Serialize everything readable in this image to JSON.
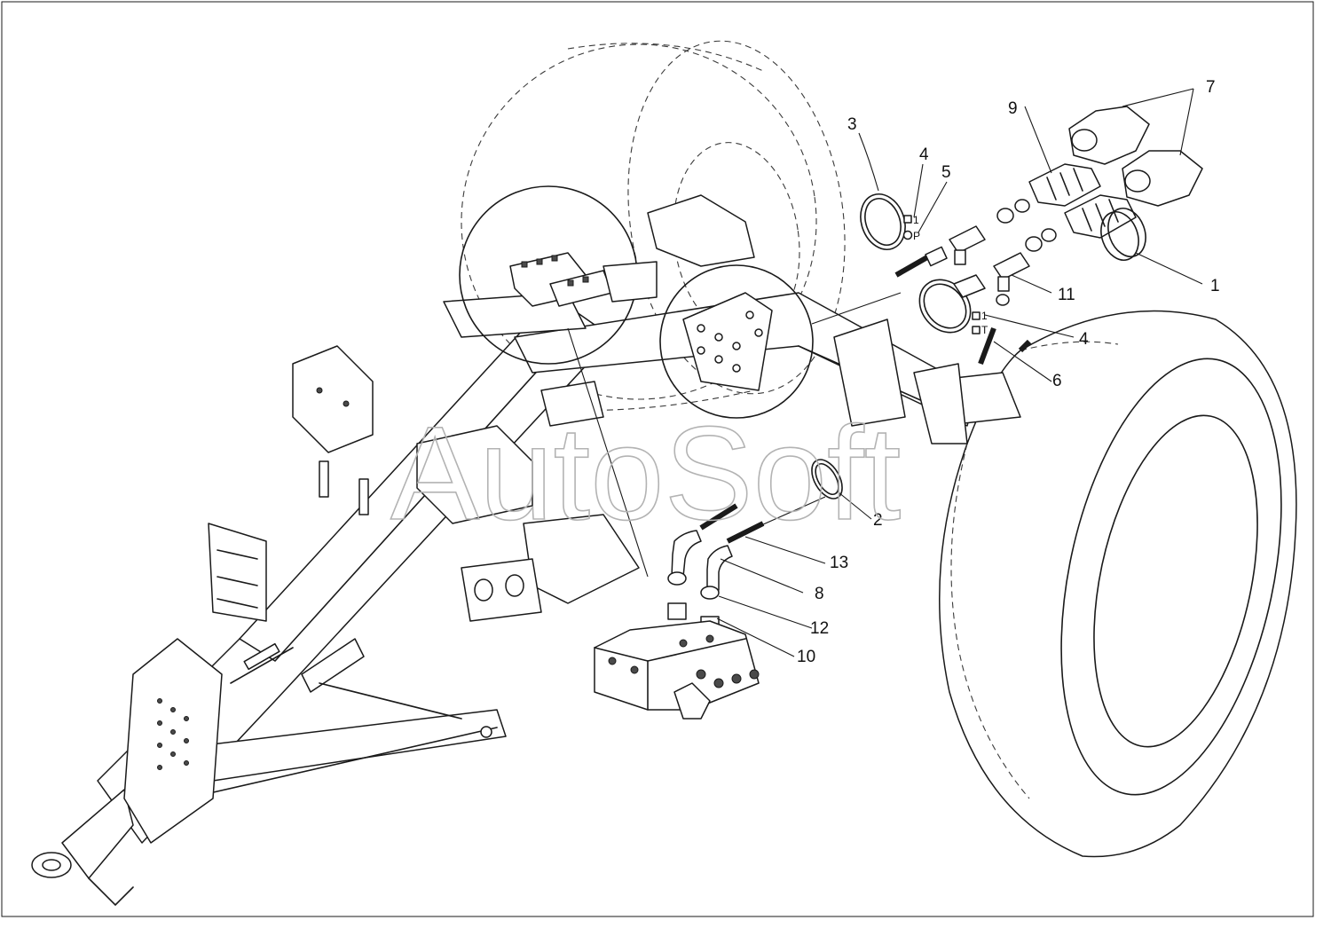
{
  "watermark": "AutoSoft",
  "colors": {
    "background": "#ffffff",
    "line": "#1a1a1a",
    "watermark_outline": "#b3b3b3"
  },
  "callouts": [
    "1",
    "2",
    "3",
    "4",
    "4",
    "5",
    "6",
    "7",
    "8",
    "9",
    "10",
    "11",
    "12",
    "13"
  ],
  "port_labels": [
    "1",
    "P",
    "1",
    "T"
  ]
}
